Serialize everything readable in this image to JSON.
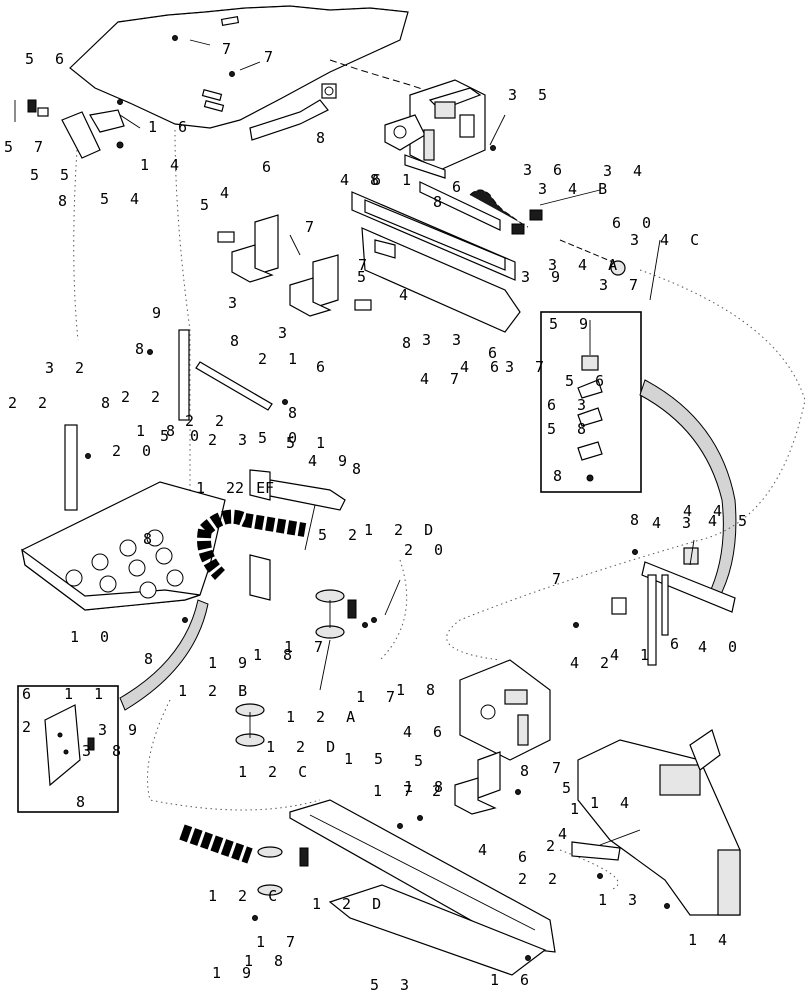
{
  "callouts": [
    {
      "id": "c1",
      "text": "7"
    },
    {
      "id": "c2",
      "text": "7"
    },
    {
      "id": "c3",
      "text": "5 6"
    },
    {
      "id": "c4",
      "text": "5 7"
    },
    {
      "id": "c5",
      "text": "5 5"
    },
    {
      "id": "c6",
      "text": "1 6"
    },
    {
      "id": "c7",
      "text": "1 4"
    },
    {
      "id": "c8",
      "text": "8"
    },
    {
      "id": "c9",
      "text": "5 4"
    },
    {
      "id": "c10",
      "text": "8"
    },
    {
      "id": "c11",
      "text": "3 5"
    },
    {
      "id": "c12",
      "text": "3 6"
    },
    {
      "id": "c13",
      "text": "3 4"
    },
    {
      "id": "c14",
      "text": "4 8"
    },
    {
      "id": "c15",
      "text": "6 1"
    },
    {
      "id": "c16",
      "text": "6"
    },
    {
      "id": "c17",
      "text": "8"
    },
    {
      "id": "c18",
      "text": "3 4 B"
    },
    {
      "id": "c19",
      "text": "6 0"
    },
    {
      "id": "c20",
      "text": "3 4 C"
    },
    {
      "id": "c21",
      "text": "3 4 A"
    },
    {
      "id": "c22",
      "text": "3 9"
    },
    {
      "id": "c23",
      "text": "3 7"
    },
    {
      "id": "c24",
      "text": "6"
    },
    {
      "id": "c25",
      "text": "4"
    },
    {
      "id": "c26",
      "text": "5"
    },
    {
      "id": "c27",
      "text": "7"
    },
    {
      "id": "c28",
      "text": "3"
    },
    {
      "id": "c29",
      "text": "7"
    },
    {
      "id": "c30",
      "text": "5"
    },
    {
      "id": "c31",
      "text": "4"
    },
    {
      "id": "c32",
      "text": "3"
    },
    {
      "id": "c33",
      "text": "8"
    },
    {
      "id": "c34",
      "text": "6"
    },
    {
      "id": "c35",
      "text": "3 3"
    },
    {
      "id": "c36",
      "text": "4 6"
    },
    {
      "id": "c37",
      "text": "6"
    },
    {
      "id": "c38",
      "text": "3 7"
    },
    {
      "id": "c39",
      "text": "4 7"
    },
    {
      "id": "c40",
      "text": "9"
    },
    {
      "id": "c41",
      "text": "8"
    },
    {
      "id": "c42",
      "text": "8"
    },
    {
      "id": "c43",
      "text": "2 1"
    },
    {
      "id": "c44",
      "text": "3 2"
    },
    {
      "id": "c45",
      "text": "2 2"
    },
    {
      "id": "c46",
      "text": "2 2"
    },
    {
      "id": "c47",
      "text": "8"
    },
    {
      "id": "c48",
      "text": "2 2"
    },
    {
      "id": "c49",
      "text": "8"
    },
    {
      "id": "c50",
      "text": "2 3"
    },
    {
      "id": "c51",
      "text": "5 0"
    },
    {
      "id": "c52",
      "text": "5 1"
    },
    {
      "id": "c53",
      "text": "2 0"
    },
    {
      "id": "c54",
      "text": "1 8"
    },
    {
      "id": "c55",
      "text": "5 0"
    },
    {
      "id": "c56",
      "text": "4 9"
    },
    {
      "id": "c57",
      "text": "8"
    },
    {
      "id": "c58",
      "text": "1 2 E"
    },
    {
      "id": "c59",
      "text": "2 F"
    },
    {
      "id": "c60",
      "text": "8"
    },
    {
      "id": "c61",
      "text": "5 2"
    },
    {
      "id": "c62",
      "text": "1 2 D"
    },
    {
      "id": "c63",
      "text": "2 0"
    },
    {
      "id": "c64",
      "text": "1 0"
    },
    {
      "id": "c65",
      "text": "8"
    },
    {
      "id": "c66",
      "text": "1 9"
    },
    {
      "id": "c67",
      "text": "1 8"
    },
    {
      "id": "c68",
      "text": "1 7"
    },
    {
      "id": "c69",
      "text": "1 7"
    },
    {
      "id": "c70",
      "text": "1 8"
    },
    {
      "id": "c71",
      "text": "1 2 B"
    },
    {
      "id": "c72",
      "text": "1 2 A"
    },
    {
      "id": "c73",
      "text": "1 2 D"
    },
    {
      "id": "c74",
      "text": "1 2 C"
    },
    {
      "id": "c75",
      "text": "6"
    },
    {
      "id": "c76",
      "text": "1 1"
    },
    {
      "id": "c77",
      "text": "2"
    },
    {
      "id": "c78",
      "text": "3 9"
    },
    {
      "id": "c79",
      "text": "3 8"
    },
    {
      "id": "c80",
      "text": "8"
    },
    {
      "id": "c81",
      "text": "5 9"
    },
    {
      "id": "c82",
      "text": "5 6"
    },
    {
      "id": "c83",
      "text": "6 3"
    },
    {
      "id": "c84",
      "text": "5 8"
    },
    {
      "id": "c85",
      "text": "8"
    },
    {
      "id": "c86",
      "text": "8"
    },
    {
      "id": "c87",
      "text": "4 3"
    },
    {
      "id": "c88",
      "text": "4 4"
    },
    {
      "id": "c89",
      "text": "4 5"
    },
    {
      "id": "c90",
      "text": "7"
    },
    {
      "id": "c91",
      "text": "4 2"
    },
    {
      "id": "c92",
      "text": "4 1"
    },
    {
      "id": "c93",
      "text": "6"
    },
    {
      "id": "c94",
      "text": "4 0"
    },
    {
      "id": "c95",
      "text": "4 6"
    },
    {
      "id": "c96",
      "text": "1 5"
    },
    {
      "id": "c97",
      "text": "5"
    },
    {
      "id": "c98",
      "text": "8"
    },
    {
      "id": "c99",
      "text": "7"
    },
    {
      "id": "c100",
      "text": "1 7"
    },
    {
      "id": "c101",
      "text": "1 8"
    },
    {
      "id": "c102",
      "text": "2"
    },
    {
      "id": "c103",
      "text": "5"
    },
    {
      "id": "c104",
      "text": "4"
    },
    {
      "id": "c105",
      "text": "1"
    },
    {
      "id": "c106",
      "text": "1 4"
    },
    {
      "id": "c107",
      "text": "2"
    },
    {
      "id": "c108",
      "text": "4"
    },
    {
      "id": "c109",
      "text": "6"
    },
    {
      "id": "c110",
      "text": "2 2"
    },
    {
      "id": "c111",
      "text": "1 3"
    },
    {
      "id": "c112",
      "text": "1 2 C"
    },
    {
      "id": "c113",
      "text": "1 2 D"
    },
    {
      "id": "c114",
      "text": "1 7"
    },
    {
      "id": "c115",
      "text": "1 9"
    },
    {
      "id": "c116",
      "text": "1 8"
    },
    {
      "id": "c117",
      "text": "5 3"
    },
    {
      "id": "c118",
      "text": "1 6"
    },
    {
      "id": "c119",
      "text": "1 4"
    }
  ]
}
